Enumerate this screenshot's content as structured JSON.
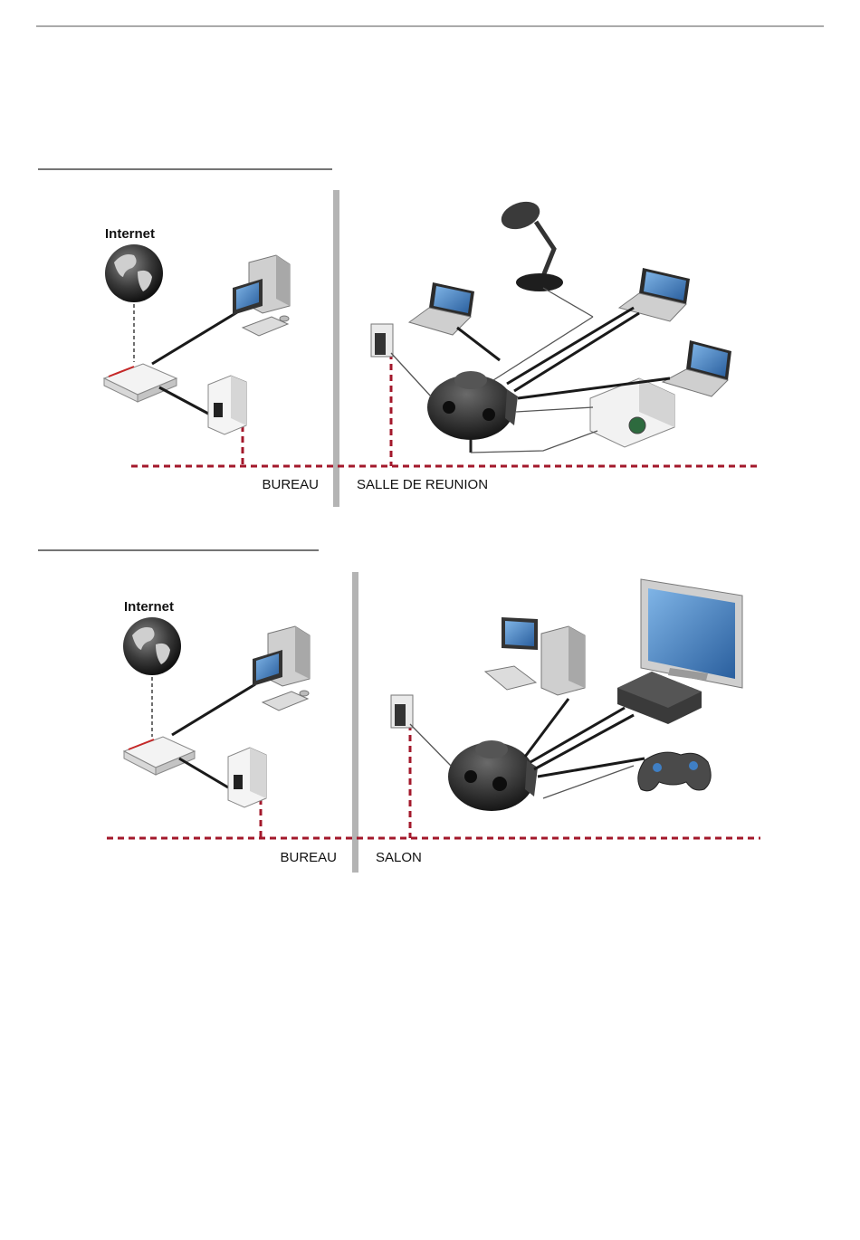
{
  "diagrams": [
    {
      "internet_label": "Internet",
      "left_room": "BUREAU",
      "right_room": "SALLE DE REUNION"
    },
    {
      "internet_label": "Internet",
      "left_room": "BUREAU",
      "right_room": "SALON"
    }
  ],
  "colors": {
    "powerline": "#a3182b",
    "divider": "#b4b4b4",
    "cable": "#1a1a1a",
    "device_dark": "#2b2b2b",
    "screen_blue": "#3f7fc4"
  }
}
